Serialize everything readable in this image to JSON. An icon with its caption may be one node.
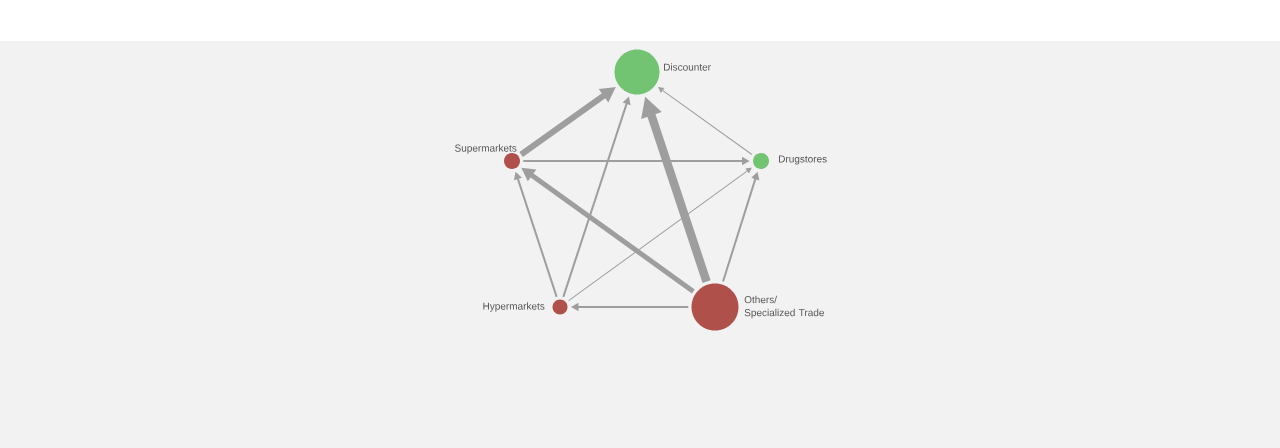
{
  "diagram": {
    "nodes": [
      {
        "text": [
          "Discounter"
        ]
      },
      {
        "text": [
          "Supermarkets"
        ]
      },
      {
        "text": [
          "Drugstores"
        ]
      },
      {
        "text": [
          "Hypermarkets"
        ]
      },
      {
        "text": [
          "Others/ Specialized Trade"
        ]
      }
    ],
    "edges": [
      {
        "from": 1,
        "to": 0,
        "arrow": "to",
        "style": "thick"
      },
      {
        "from": 2,
        "to": 0,
        "arrow": "to"
      },
      {
        "from": 1,
        "to": 2,
        "arrow": "to"
      },
      {
        "from": 4,
        "to": 0,
        "arrow": "to",
        "style": "thick"
      },
      {
        "from": 3,
        "to": 0,
        "arrow": "to"
      },
      {
        "from": 4,
        "to": 1,
        "arrow": "to",
        "style": "thick"
      },
      {
        "from": 3,
        "to": 1,
        "arrow": "to"
      },
      {
        "from": 3,
        "to": 2,
        "arrow": "to"
      },
      {
        "from": 4,
        "to": 2,
        "arrow": "to"
      },
      {
        "from": 4,
        "to": 3,
        "arrow": "to"
      }
    ]
  }
}
